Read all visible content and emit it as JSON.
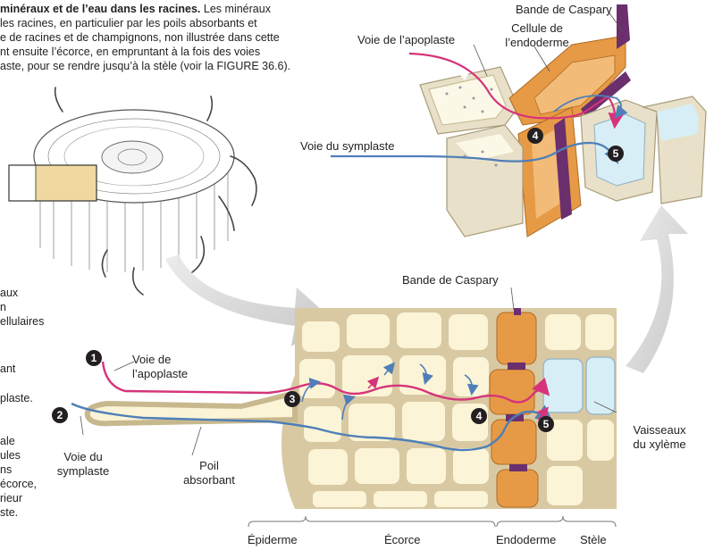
{
  "caption": {
    "title": "minéraux et de l’eau dans les racines.",
    "lines": [
      "Les minéraux",
      "les racines, en particulier par les poils absorbants et",
      "e de racines et de champignons, non illustrée dans cette",
      "nt ensuite l’écorce, en empruntant à la fois des voies",
      "aste, pour se rendre jusqu’à la stèle (voir la FIGURE 36.6)."
    ]
  },
  "left_margin_text": [
    "aux",
    "n",
    "ellulaires",
    "ant",
    "plaste.",
    "ale",
    "ules",
    "ns",
    "écorce,",
    "rieur",
    "ste."
  ],
  "top_inset": {
    "caspary_label": "Bande de Caspary",
    "apoplast_label": "Voie de l’apoplaste",
    "endoderm_cell_label_1": "Cellule de",
    "endoderm_cell_label_2": "l’endoderme",
    "symplast_label": "Voie du symplaste",
    "step4": "4",
    "step5": "5"
  },
  "main": {
    "caspary_label": "Bande de Caspary",
    "apoplast_label_1": "Voie de",
    "apoplast_label_2": "l’apoplaste",
    "symplast_label_1": "Voie du",
    "symplast_label_2": "symplaste",
    "root_hair_label_1": "Poil",
    "root_hair_label_2": "absorbant",
    "xylem_label_1": "Vaisseaux",
    "xylem_label_2": "du xylème",
    "step1": "1",
    "step2": "2",
    "step3": "3",
    "step4": "4",
    "step5": "5"
  },
  "tissue_labels": {
    "epiderme": "Épiderme",
    "ecorce": "Écorce",
    "endoderme": "Endoderme",
    "stele": "Stèle"
  },
  "colors": {
    "apoplast": "#d6337a",
    "symplast": "#4f7fb8",
    "endoderm": "#e79a45",
    "caspary": "#6b2f6e",
    "cell_fill": "#fbf4d6",
    "cell_wall": "#d9c9a3",
    "xylem": "#d8eef7"
  }
}
